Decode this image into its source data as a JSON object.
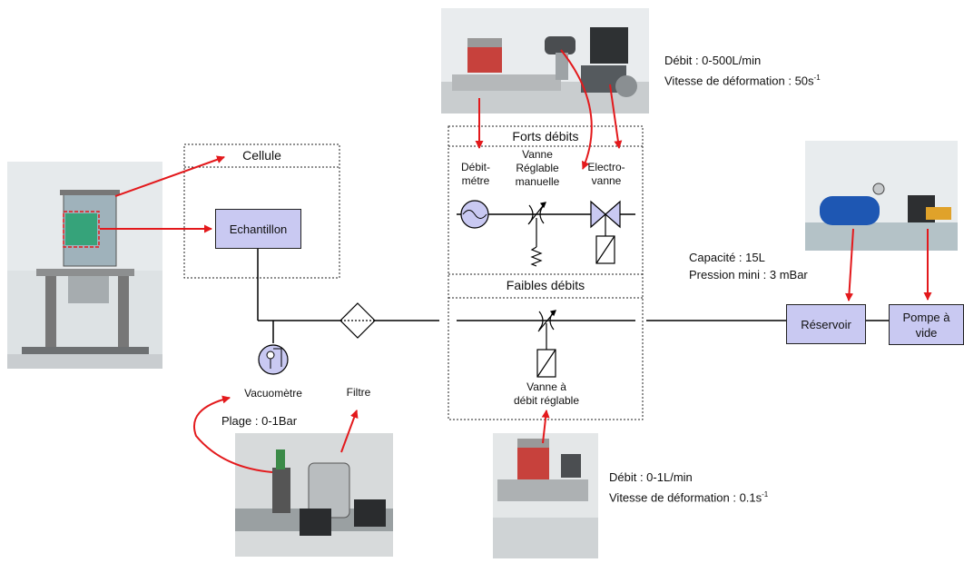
{
  "title_cellule": "Cellule",
  "echantillon": "Echantillon",
  "forts_debits": "Forts débits",
  "faibles_debits": "Faibles débits",
  "debitmetre": [
    "Débit-",
    "métre"
  ],
  "vanne_reglable": [
    "Vanne",
    "Réglable",
    "manuelle"
  ],
  "electrovanne": [
    "Electro-",
    "vanne"
  ],
  "vanne_debit": [
    "Vanne à",
    "débit réglable"
  ],
  "vacuometre": "Vacuomètre",
  "filtre": "Filtre",
  "plage": "Plage : 0-1Bar",
  "reservoir": "Réservoir",
  "pompe": [
    "Pompe à",
    "vide"
  ],
  "capacite": "Capacité : 15L",
  "pression": "Pression mini : 3 mBar",
  "fort_info": {
    "debit": "Débit : 0-500L/min",
    "vitesse_prefix": "Vitesse de déformation : 50s",
    "exp": "-1"
  },
  "faible_info": {
    "debit": "Débit : 0-1L/min",
    "vitesse_prefix": "Vitesse de déformation : 0.1s",
    "exp": "-1"
  },
  "colors": {
    "box_fill": "#c9c9f2",
    "arrow": "#e3191c",
    "line": "#000000"
  }
}
